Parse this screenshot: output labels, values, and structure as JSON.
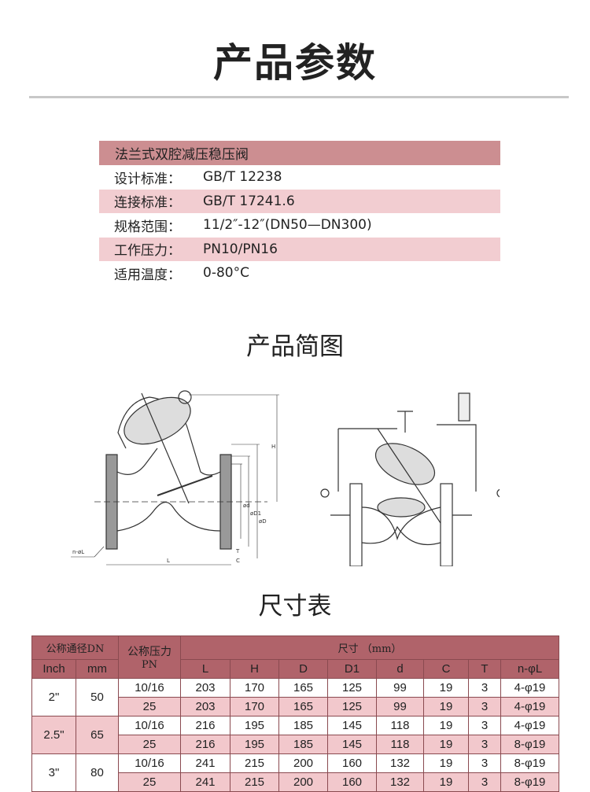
{
  "title": "产品参数",
  "params": {
    "heading": "法兰式双腔减压稳压阀",
    "rows": [
      {
        "label": "设计标准：",
        "value": "GB/T 12238"
      },
      {
        "label": "连接标准：",
        "value": "GB/T 17241.6"
      },
      {
        "label": "规格范围：",
        "value": "11/2″-12″(DN50—DN300)"
      },
      {
        "label": "工作压力：",
        "value": "PN10/PN16"
      },
      {
        "label": "适用温度：",
        "value": "0-80°C"
      }
    ]
  },
  "diagram_title": "产品简图",
  "diagram_labels": {
    "H": "H",
    "d": "ød",
    "D1": "øD1",
    "D": "øD",
    "L": "L",
    "T": "T",
    "C": "C",
    "nL": "n-øL"
  },
  "table_title": "尺寸表",
  "table": {
    "h_dn": "公称通径DN",
    "h_pn": "公称压力",
    "h_pn2": "PN",
    "h_size": "尺寸 （mm）",
    "h_inch": "Inch",
    "h_mm": "mm",
    "cols": [
      "L",
      "H",
      "D",
      "D1",
      "d",
      "C",
      "T",
      "n-φL"
    ],
    "groups": [
      {
        "inch": "2\"",
        "mm": "50",
        "rows": [
          [
            "10/16",
            "203",
            "170",
            "165",
            "125",
            "99",
            "19",
            "3",
            "4-φ19"
          ],
          [
            "25",
            "203",
            "170",
            "165",
            "125",
            "99",
            "19",
            "3",
            "4-φ19"
          ]
        ]
      },
      {
        "inch": "2.5\"",
        "mm": "65",
        "rows": [
          [
            "10/16",
            "216",
            "195",
            "185",
            "145",
            "118",
            "19",
            "3",
            "4-φ19"
          ],
          [
            "25",
            "216",
            "195",
            "185",
            "145",
            "118",
            "19",
            "3",
            "8-φ19"
          ]
        ]
      },
      {
        "inch": "3\"",
        "mm": "80",
        "rows": [
          [
            "10/16",
            "241",
            "215",
            "200",
            "160",
            "132",
            "19",
            "3",
            "8-φ19"
          ],
          [
            "25",
            "241",
            "215",
            "200",
            "160",
            "132",
            "19",
            "3",
            "8-φ19"
          ]
        ]
      }
    ]
  },
  "colors": {
    "header": "#cc8e91",
    "stripe": "#f2cdd1",
    "table_header": "#b0636a"
  }
}
